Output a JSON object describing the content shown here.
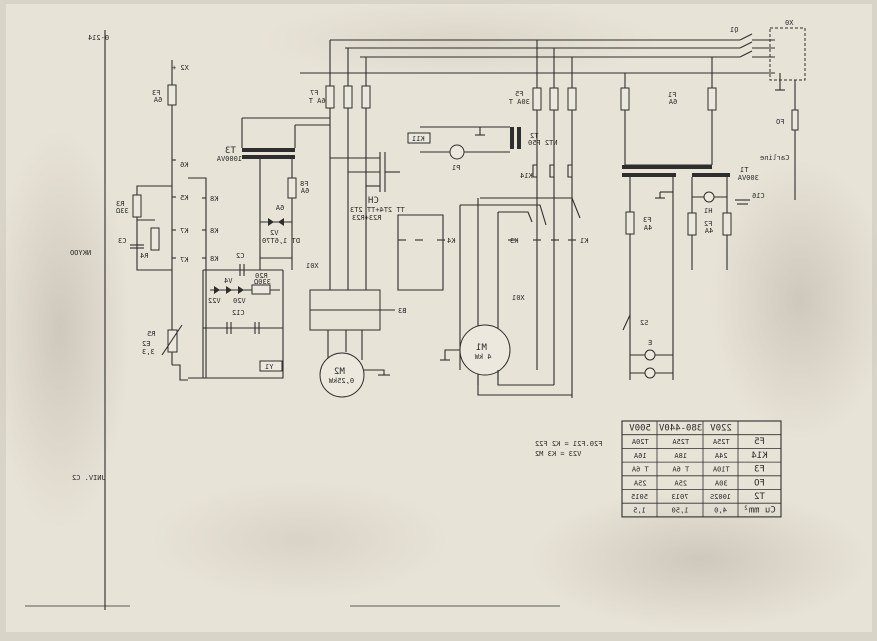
{
  "drawing": {
    "margin_top_label": "0-214",
    "margin_mid_label": "NKYOO",
    "margin_bottom_label": "UNIV. C2"
  },
  "labels": {
    "X2": "X2 +",
    "F3a": "F3",
    "F3a_val": "6A",
    "K6": "K6",
    "K5a": "K5",
    "K7a": "K7",
    "K7b": "K7",
    "R3": "R3",
    "R3_val": "33Ω",
    "C3": "C3",
    "R4": "R4",
    "K8a": "K8",
    "K8b": "K8",
    "K8c": "K8",
    "R5": "R5",
    "E2": "E2",
    "E2_val": "3,3",
    "T3": "T3",
    "T3_val": "1000VA",
    "F8": "F8",
    "F8_val": "6A",
    "V2": "V2",
    "V2_val": "DT 1,6T70",
    "C2": "C2",
    "V4": "V4",
    "R20": "R20",
    "R20_val": "330Ω",
    "V20": "V20",
    "V22": "V22",
    "C12": "C12",
    "Y1": "Y1",
    "F7": "F7",
    "F7_val": "6A T",
    "CH": "CH",
    "CH_val": "TT 2T4+TT 2T3",
    "CH_val2": "R23+R23",
    "X01a": "X01",
    "B3": "B3",
    "M2": "M2",
    "M2_val": "0,25kW",
    "K11": "K11",
    "P1": "P1",
    "T2": "T2",
    "T2_val": "NT2 P50",
    "F5": "F5",
    "F5_val": "30A T",
    "K14": "K14",
    "K4": "K4",
    "K3": "K3",
    "K1": "K1",
    "X01b": "X01",
    "M1": "M1",
    "M1_val": "4 kW",
    "F1": "F1",
    "F1_val": "6A",
    "T1": "T1",
    "T1_val": "300VA",
    "H1": "H1",
    "C16": "C16",
    "F3b": "F3",
    "F3b_val": "4A",
    "F2": "F2",
    "F2_val": "4A",
    "S2": "S2",
    "E": "E",
    "Q1": "Q1",
    "X0": "X0",
    "FO": "FO",
    "FO_val": "Carline",
    "note1": "F20.F21 = K2 F22",
    "note2": "V23   = K3 M2"
  },
  "table": {
    "headers": [
      "",
      "220V",
      "380-440V",
      "500V"
    ],
    "rows": [
      [
        "F5",
        "T25A",
        "T25A",
        "T20A"
      ],
      [
        "K14",
        "24A",
        "18A",
        "16A"
      ],
      [
        "F3",
        "T10A",
        "T 6A",
        "T 6A"
      ],
      [
        "FO",
        "30A",
        "25A",
        "25A"
      ],
      [
        "T2",
        "1002S",
        "7013",
        "5015"
      ],
      [
        "Cu mm²",
        "4,0",
        "1,50",
        "1,5"
      ]
    ]
  },
  "colors": {
    "paper": "#e8e3d7",
    "ink": "#2e2e2e"
  }
}
